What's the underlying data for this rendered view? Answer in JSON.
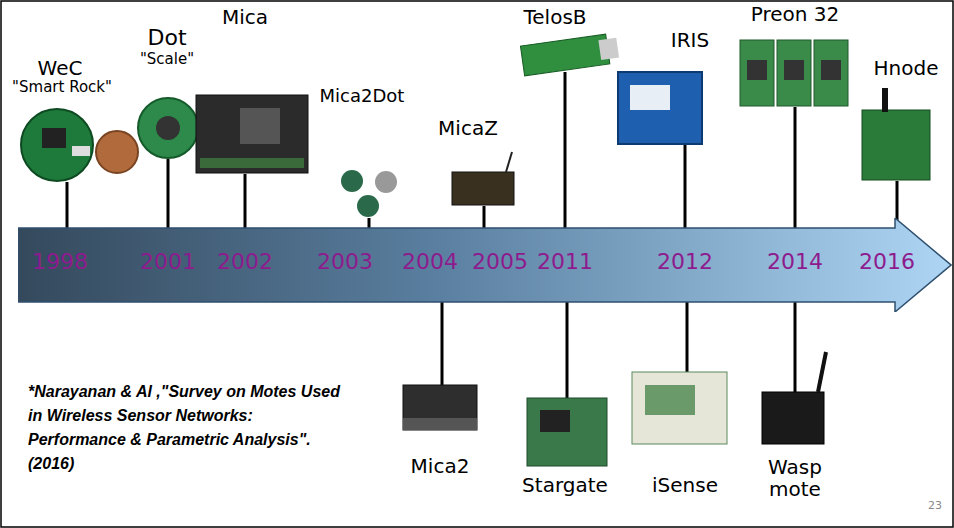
{
  "diagram": {
    "nodes": [
      {
        "text": [
          "1998",
          "2001",
          "2002",
          "2003",
          "2004",
          "2005",
          "2011",
          "2012",
          "2014",
          "2016"
        ]
      }
    ],
    "labels": [
      "WeC",
      "\"Smart Rock\"",
      "Dot",
      "\"Scale\"",
      "Mica",
      "Mica2Dot",
      "MicaZ",
      "TelosB",
      "IRIS",
      "Preon 32",
      "Hnode",
      "Mica2",
      "Stargate",
      "iSense",
      "Wasp mote",
      "*Narayanan & Al ,\"Survey on Motes Used in Wireless Sensor Networks: Performance & Parametric Analysis\". (2016)",
      "23"
    ]
  }
}
